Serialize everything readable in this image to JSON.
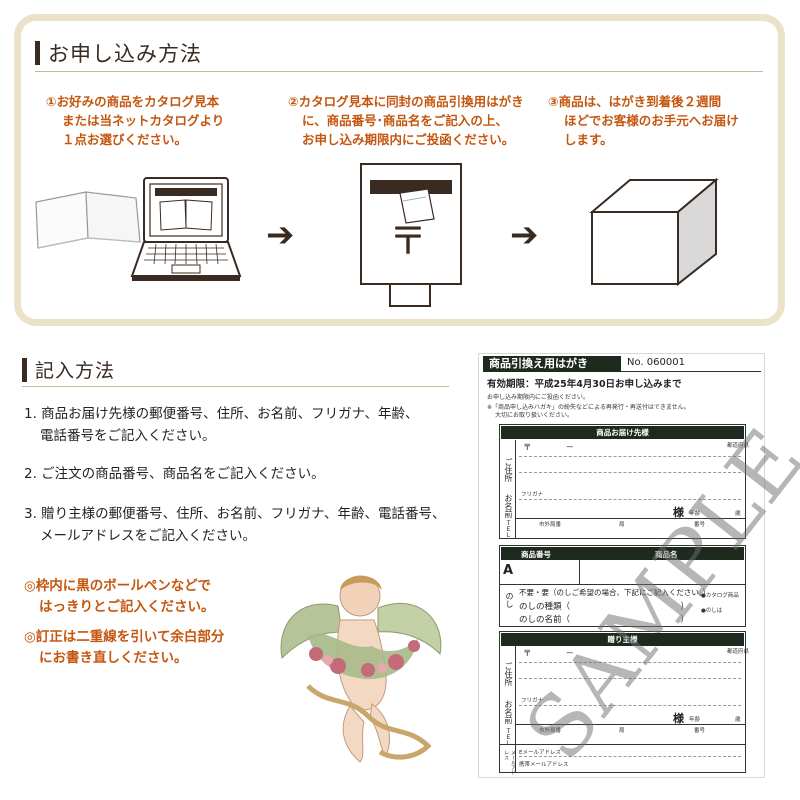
{
  "apply": {
    "heading": "お申し込み方法",
    "steps": [
      {
        "lines": [
          "①お好みの商品をカタログ見本",
          "または当ネットカタログより",
          "１点お選びください。"
        ]
      },
      {
        "lines": [
          "②カタログ見本に同封の商品引換用はがき",
          "に、商品番号･商品名をご記入の上、",
          "お申し込み期限内にご投函ください。"
        ]
      },
      {
        "lines": [
          "③商品は、はがき到着後２週間",
          "ほどでお客様のお手元へお届け",
          "します。"
        ]
      }
    ],
    "postbox_mark": "〒"
  },
  "fill": {
    "heading": "記入方法",
    "items": [
      {
        "lines": [
          "1. 商品お届け先様の郵便番号、住所、お名前、フリガナ、年齢、",
          "電話番号をご記入ください。"
        ]
      },
      {
        "lines": [
          "2. ご注文の商品番号、商品名をご記入ください。"
        ]
      },
      {
        "lines": [
          "3. 贈り主様の郵便番号、住所、お名前、フリガナ、年齢、電話番号、",
          "メールアドレスをご記入ください。"
        ]
      }
    ],
    "notes": [
      {
        "lines": [
          "◎枠内に黒のボールペンなどで",
          "はっきりとご記入ください。"
        ]
      },
      {
        "lines": [
          "◎訂正は二重線を引いて余白部分",
          "にお書き直しください。"
        ]
      }
    ]
  },
  "postcard": {
    "title": "商品引換え用はがき",
    "number": "No.  060001",
    "valid": "有効期限：平成25年4月30日お申し込みまで",
    "small1": "お申し込み期限内にご投函ください。",
    "small2": "※「商品申し込みハガキ」の紛失などによる再発行・再送付はできません。",
    "small3": "大切にお取り扱いください。",
    "delivery": {
      "header": "商品お届け先様",
      "postal": "〒　　　　－",
      "addr_label": "ご住所",
      "name_label": "お名前",
      "tel_label": "ＴＥＬ",
      "furigana": "フリガナ",
      "sama": "様",
      "age": "年齢",
      "sai": "歳",
      "corner": "都道府県",
      "tel_parts": [
        "市外局番",
        "局",
        "番号"
      ]
    },
    "product": {
      "header_num": "商品番号",
      "header_name": "商品名",
      "code": "A",
      "noshi_label": "のし",
      "noshi_line1": "不要・要（のしご希望の場合、下記にご記入ください。）",
      "noshi_line2": "のしの種類（　　　　　　　　　　　　　）",
      "noshi_line3": "のしの名前（　　　　　　　　　　　　　）",
      "noshi_side1": "●カタログ商品",
      "noshi_side2": "●のしは"
    },
    "sender": {
      "header": "贈り主様",
      "postal": "〒　　　　－",
      "addr_label": "ご住所",
      "name_label": "お名前",
      "tel_label": "ＴＥＬ",
      "mail_label": "メールアドレス",
      "furigana": "フリガナ",
      "sama": "様",
      "age": "年齢",
      "sai": "歳",
      "corner": "都道府県",
      "tel_parts": [
        "市外局番",
        "局",
        "番号"
      ],
      "email": "Eメールアドレス",
      "mobile_email": "携帯メールアドレス"
    },
    "watermark": "SAMPLE"
  },
  "colors": {
    "accent": "#c5560e",
    "dark": "#3a2b22",
    "frame": "#ece1c9",
    "card_dark": "#1f2a1f"
  }
}
